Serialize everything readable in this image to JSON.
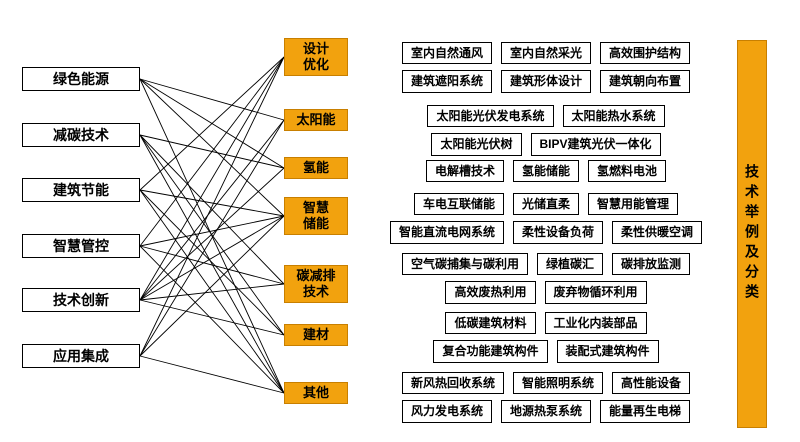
{
  "title": "技术举例及分类",
  "colors": {
    "accent": "#F2A20E",
    "line": "#000000"
  },
  "left_nodes": [
    "绿色能源",
    "减碳技术",
    "建筑节能",
    "智慧管控",
    "技术创新",
    "应用集成"
  ],
  "middle_nodes": [
    "设计\n优化",
    "太阳能",
    "氢能",
    "智慧\n储能",
    "碳减排\n技术",
    "建材",
    "其他"
  ],
  "connections": [
    [
      0,
      1
    ],
    [
      0,
      2
    ],
    [
      0,
      3
    ],
    [
      0,
      6
    ],
    [
      1,
      2
    ],
    [
      1,
      4
    ],
    [
      1,
      5
    ],
    [
      1,
      6
    ],
    [
      2,
      0
    ],
    [
      2,
      3
    ],
    [
      2,
      5
    ],
    [
      2,
      6
    ],
    [
      3,
      0
    ],
    [
      3,
      3
    ],
    [
      3,
      4
    ],
    [
      3,
      6
    ],
    [
      4,
      0
    ],
    [
      4,
      1
    ],
    [
      4,
      2
    ],
    [
      4,
      3
    ],
    [
      4,
      4
    ],
    [
      4,
      5
    ],
    [
      5,
      0
    ],
    [
      5,
      1
    ],
    [
      5,
      3
    ],
    [
      5,
      6
    ]
  ],
  "groups": [
    {
      "category": "设计优化",
      "rows": [
        [
          "室内自然通风",
          "室内自然采光",
          "高效围护结构"
        ],
        [
          "建筑遮阳系统",
          "建筑形体设计",
          "建筑朝向布置"
        ]
      ]
    },
    {
      "category": "太阳能",
      "rows": [
        [
          "太阳能光伏发电系统",
          "太阳能热水系统"
        ],
        [
          "太阳能光伏树",
          "BIPV建筑光伏一体化"
        ]
      ]
    },
    {
      "category": "氢能",
      "rows": [
        [
          "电解槽技术",
          "氢能储能",
          "氢燃料电池"
        ]
      ]
    },
    {
      "category": "智慧储能",
      "rows": [
        [
          "车电互联储能",
          "光储直柔",
          "智慧用能管理"
        ],
        [
          "智能直流电网系统",
          "柔性设备负荷",
          "柔性供暖空调"
        ]
      ]
    },
    {
      "category": "碳减排技术",
      "rows": [
        [
          "空气碳捕集与碳利用",
          "绿植碳汇",
          "碳排放监测"
        ],
        [
          "高效废热利用",
          "废弃物循环利用"
        ]
      ]
    },
    {
      "category": "建材",
      "rows": [
        [
          "低碳建筑材料",
          "工业化内装部品"
        ],
        [
          "复合功能建筑构件",
          "装配式建筑构件"
        ]
      ]
    },
    {
      "category": "其他",
      "rows": [
        [
          "新风热回收系统",
          "智能照明系统",
          "高性能设备"
        ],
        [
          "风力发电系统",
          "地源热泵系统",
          "能量再生电梯"
        ]
      ]
    }
  ],
  "sidebar": {
    "label": "技术举例及分类"
  }
}
